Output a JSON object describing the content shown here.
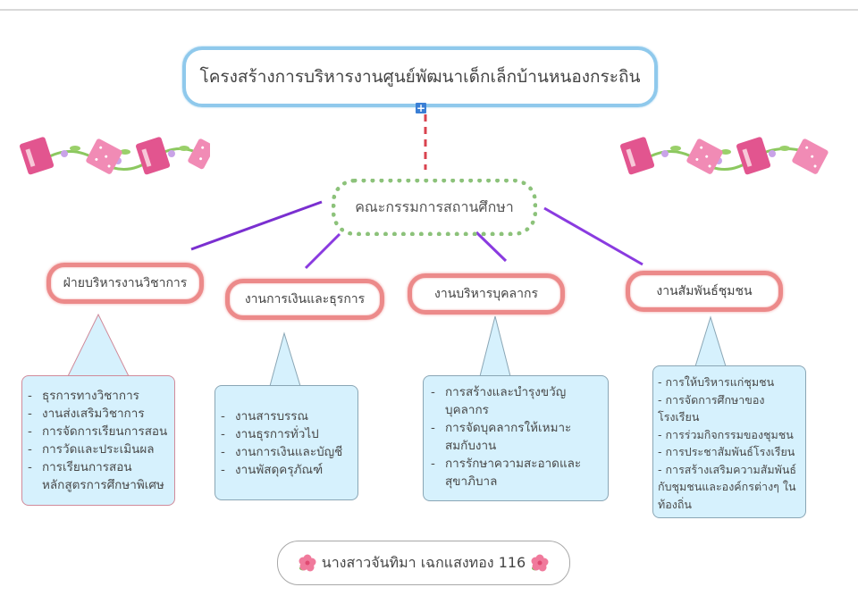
{
  "title": "โครงสร้างการบริหารงานศูนย์พัฒนาเด็กเล็กบ้านหนองกระถิน",
  "expand_icon": "plus-icon",
  "committee": "คณะกรรมการสถานศึกษา",
  "departments": [
    {
      "label": "ฝ่ายบริหารงานวิชาการ",
      "items": [
        "ธุรการทางวิชาการ",
        "งานส่งเสริมวิชาการ",
        "การจัดการเรียนการสอน",
        "การวัดและประเมินผล",
        "การเรียนการสอน หลักสูตรการศึกษาพิเศษ"
      ]
    },
    {
      "label": "งานการเงินและธุรการ",
      "items": [
        "งานสารบรรณ",
        "งานธุรการทั่วไป",
        "งานการเงินและบัญชี",
        "งานพัสดุครุภัณฑ์"
      ]
    },
    {
      "label": "งานบริหารบุคลากร",
      "items": [
        "การสร้างและบำรุงขวัญบุคลากร",
        "การจัดบุคลากรให้เหมาะสมกับงาน",
        "การรักษาความสะอาดและสุขาภิบาล"
      ]
    },
    {
      "label": "งานสัมพันธ์ชุมชน",
      "items": [
        "- การให้บริหารแก่ชุมชน",
        "- การจัดการศึกษาของโรงเรียน",
        "- การร่วมกิจกรรมของชุมชน",
        "- การประชาสัมพันธ์โรงเรียน",
        "- การสร้างเสริมความสัมพันธ์กับชุมชนและองค์กรต่างๆ ในท้องถิ่น"
      ]
    }
  ],
  "footer": "นางสาวจันทิมา เฉกแสงทอง 116",
  "footer_icon": "hibiscus-flower-icon",
  "decorations": "book-garland-decoration",
  "colors": {
    "title_border": "#8fc9ec",
    "committee_border": "#8cc27a",
    "dept_border": "#ec8a8a",
    "callout_fill": "#d6f1fd",
    "connector_purple": "#8a2be2",
    "connector_red": "#d9434f"
  }
}
